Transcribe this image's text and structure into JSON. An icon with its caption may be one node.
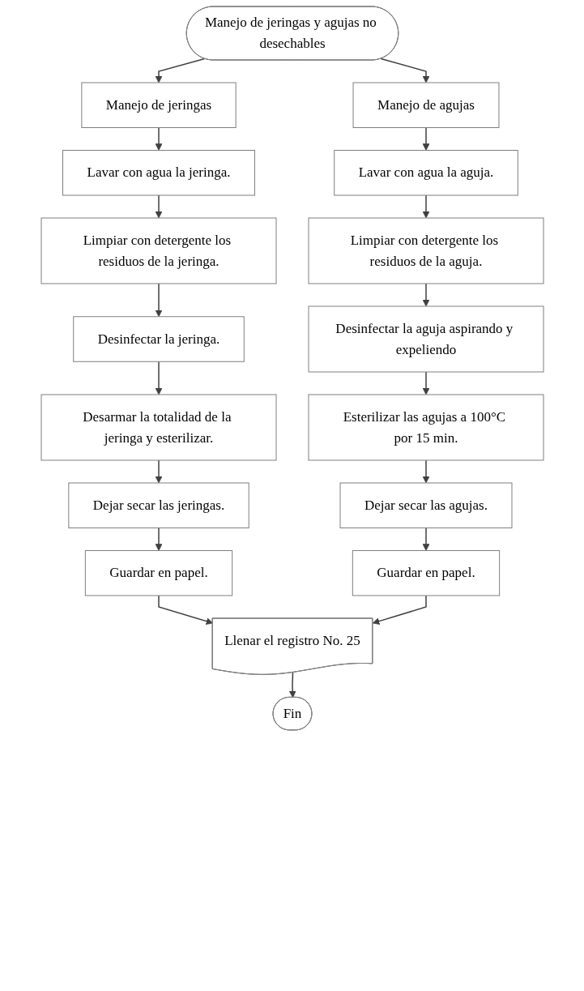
{
  "diagram": {
    "nodes": [
      {
        "text": [
          "Manejo de jeringas y agujas no desechables"
        ]
      },
      {
        "text": [
          "Manejo de jeringas"
        ]
      },
      {
        "text": [
          "Lavar con agua la jeringa."
        ]
      },
      {
        "text": [
          "Limpiar con detergente los residuos de la jeringa."
        ]
      },
      {
        "text": [
          "Desinfectar la jeringa."
        ]
      },
      {
        "text": [
          "Desarmar la totalidad de la jeringa y esterilizar."
        ]
      },
      {
        "text": [
          "Dejar secar las jeringas."
        ]
      },
      {
        "text": [
          "Guardar en papel."
        ]
      },
      {
        "text": [
          "Manejo de agujas"
        ]
      },
      {
        "text": [
          "Lavar con agua la aguja."
        ]
      },
      {
        "text": [
          "Limpiar con detergente los residuos de la aguja."
        ]
      },
      {
        "text": [
          "Desinfectar la aguja aspirando y expeliendo"
        ]
      },
      {
        "text": [
          "Esterilizar las agujas a 100°C por 15 min."
        ]
      },
      {
        "text": [
          "Dejar secar las agujas."
        ]
      },
      {
        "text": [
          "Guardar en papel."
        ]
      },
      {
        "text": [
          "Llenar el registro No. 25"
        ]
      },
      {
        "text": [
          "Fin"
        ]
      }
    ],
    "edges": [
      {
        "from": 0,
        "to": 1,
        "arrow": "to"
      },
      {
        "from": 0,
        "to": 8,
        "arrow": "to"
      },
      {
        "from": 1,
        "to": 2,
        "arrow": "to"
      },
      {
        "from": 2,
        "to": 3,
        "arrow": "to"
      },
      {
        "from": 3,
        "to": 4,
        "arrow": "to"
      },
      {
        "from": 4,
        "to": 5,
        "arrow": "to"
      },
      {
        "from": 5,
        "to": 6,
        "arrow": "to"
      },
      {
        "from": 6,
        "to": 7,
        "arrow": "to"
      },
      {
        "from": 8,
        "to": 9,
        "arrow": "to"
      },
      {
        "from": 9,
        "to": 10,
        "arrow": "to"
      },
      {
        "from": 10,
        "to": 11,
        "arrow": "to"
      },
      {
        "from": 11,
        "to": 12,
        "arrow": "to"
      },
      {
        "from": 12,
        "to": 13,
        "arrow": "to"
      },
      {
        "from": 13,
        "to": 14,
        "arrow": "to"
      },
      {
        "from": 7,
        "to": 15,
        "arrow": "to"
      },
      {
        "from": 14,
        "to": 15,
        "arrow": "to"
      },
      {
        "from": 15,
        "to": 16,
        "arrow": "to"
      }
    ]
  }
}
